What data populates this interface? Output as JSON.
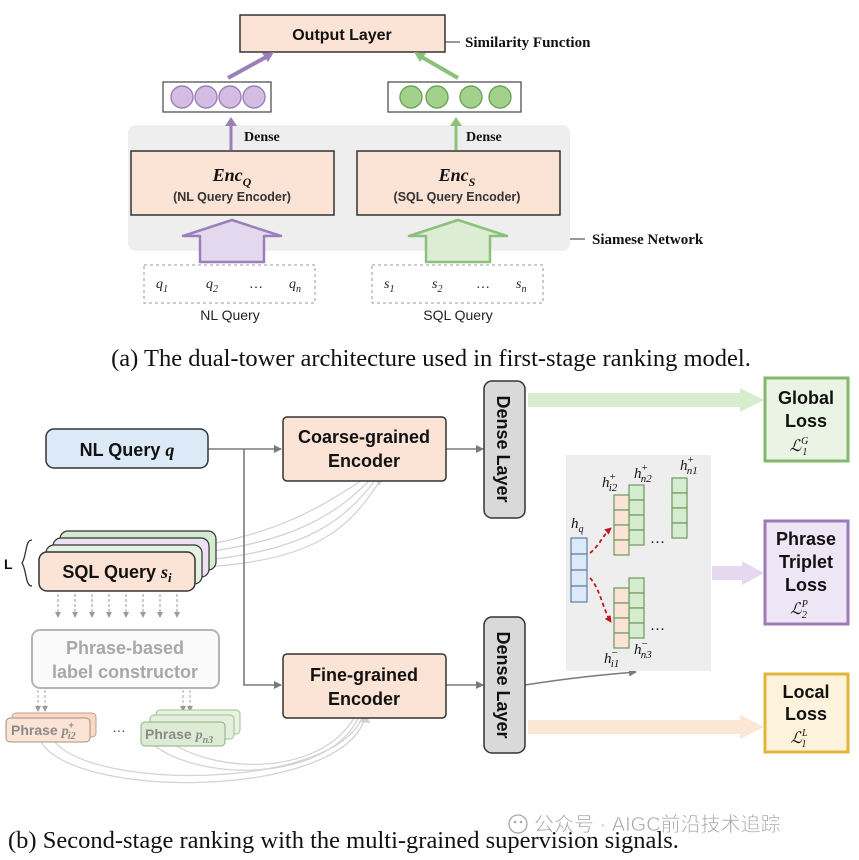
{
  "part_a": {
    "output_layer": "Output Layer",
    "similarity_function": "Similarity Function",
    "dense_left": "Dense",
    "dense_right": "Dense",
    "enc_q": {
      "name": "Enc",
      "sub": "Q",
      "desc": "(NL Query Encoder)"
    },
    "enc_s": {
      "name": "Enc",
      "sub": "S",
      "desc": "(SQL Query Encoder)"
    },
    "siamese_network": "Siamese Network",
    "nl_tokens": [
      {
        "base": "q",
        "sub": "1"
      },
      {
        "base": "q",
        "sub": "2"
      },
      {
        "base": "…",
        "sub": ""
      },
      {
        "base": "q",
        "sub": "n"
      }
    ],
    "sql_tokens": [
      {
        "base": "s",
        "sub": "1"
      },
      {
        "base": "s",
        "sub": "2"
      },
      {
        "base": "…",
        "sub": ""
      },
      {
        "base": "s",
        "sub": "n"
      }
    ],
    "nl_query_label": "NL Query",
    "sql_query_label": "SQL Query",
    "caption": "(a) The dual-tower architecture used in first-stage ranking model."
  },
  "part_b": {
    "nl_query": {
      "text": "NL Query ",
      "var": "q"
    },
    "sql_query": {
      "text": "SQL Query ",
      "var": "s",
      "sub": "i"
    },
    "l_label": "L",
    "phrase_constructor": [
      "Phrase-based",
      "label constructor"
    ],
    "phrase_pos": {
      "text": "Phrase ",
      "var": "p",
      "sub": "i2",
      "sup": "+"
    },
    "phrase_ellipsis": "…",
    "phrase_neg": {
      "text": "Phrase ",
      "var": "p",
      "sub": "n3",
      "sup": "−"
    },
    "coarse_encoder": [
      "Coarse-grained",
      "Encoder"
    ],
    "fine_encoder": [
      "Fine-grained",
      "Encoder"
    ],
    "dense_layer_top": "Dense Layer",
    "dense_layer_bottom": "Dense Layer",
    "triplet_labels": {
      "hq": {
        "base": "h",
        "sub": "q",
        "sup": ""
      },
      "hi2": {
        "base": "h",
        "sub": "i2",
        "sup": "+"
      },
      "hn2": {
        "base": "h",
        "sub": "n2",
        "sup": "+"
      },
      "hn1": {
        "base": "h",
        "sub": "n1",
        "sup": "+"
      },
      "hi1": {
        "base": "h",
        "sub": "i1",
        "sup": "−"
      },
      "hn3": {
        "base": "h",
        "sub": "n3",
        "sup": "−"
      },
      "ellipsis": "…"
    },
    "global_loss": {
      "line1": "Global",
      "line2": "Loss",
      "sym": "ℒ",
      "sub": "1",
      "sup": "G"
    },
    "phrase_triplet_loss": {
      "line1": "Phrase",
      "line2": "Triplet",
      "line3": "Loss",
      "sym": "ℒ",
      "sub": "2",
      "sup": "P"
    },
    "local_loss": {
      "line1": "Local",
      "line2": "Loss",
      "sym": "ℒ",
      "sub": "1",
      "sup": "L"
    },
    "caption": "(b) Second-stage ranking with the multi-grained supervision signals.",
    "watermark": "公众号 · AIGC前沿技术追踪"
  },
  "colors": {
    "encoder_fill": "#fbe3d5",
    "purple_node": "#d4bde3",
    "green_node": "#a2d18b",
    "blue_box": "#dce9f6",
    "global_border": "#82b96a",
    "triplet_border": "#9c7bb6",
    "local_border": "#e2b63b"
  }
}
